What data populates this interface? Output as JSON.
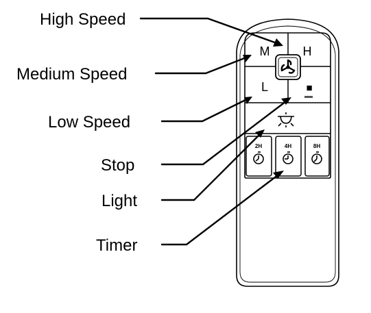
{
  "callouts": {
    "high_speed": "High Speed",
    "medium_speed": "Medium Speed",
    "low_speed": "Low Speed",
    "stop": "Stop",
    "light": "Light",
    "timer": "Timer"
  },
  "remote": {
    "keys": {
      "medium": "M",
      "high": "H",
      "low": "L",
      "stop_symbol": "■",
      "timer_2h": "2H",
      "timer_4h": "4H",
      "timer_8h": "8H"
    },
    "icons": [
      "fan-icon",
      "light-bulb-icon",
      "clock-icon"
    ]
  }
}
